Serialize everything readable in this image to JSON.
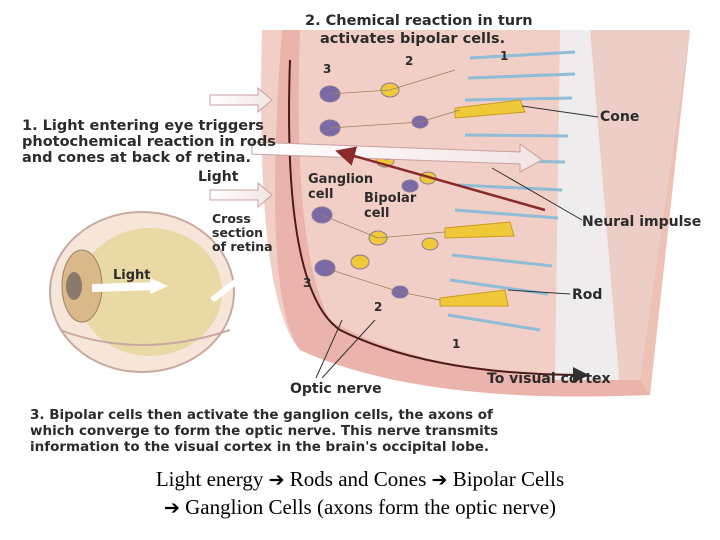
{
  "diagram": {
    "step1": [
      "1. Light entering eye triggers",
      "photochemical reaction in rods",
      "and cones at back of retina."
    ],
    "step2": [
      "2. Chemical reaction in turn",
      "activates bipolar cells."
    ],
    "step3": [
      "3. Bipolar cells then activate the ganglion cells, the axons of",
      "which converge to form the optic nerve. This nerve transmits",
      "information to the visual cortex in the brain's occipital lobe."
    ],
    "light_top": "Light",
    "light_eye": "Light",
    "ganglion_cell": [
      "Ganglion",
      "cell"
    ],
    "bipolar_cell": [
      "Bipolar",
      "cell"
    ],
    "cross_section": [
      "Cross",
      "section",
      "of retina"
    ],
    "cone": "Cone",
    "neural_impulse": "Neural impulse",
    "rod": "Rod",
    "optic_nerve": "Optic nerve",
    "visual_cortex": "To visual cortex",
    "numbers": [
      "3",
      "2",
      "1",
      "3",
      "2",
      "1"
    ]
  },
  "caption": {
    "line1_parts": [
      "Light energy",
      "Rods and Cones",
      "Bipolar Cells"
    ],
    "line2_parts": [
      "Ganglion Cells (axons form the optic nerve)"
    ],
    "arrow_glyph": "➔"
  },
  "colors": {
    "retina_pink": "#f2cfc6",
    "retina_band": "#e7a7a0",
    "cell_purple": "#7c6aa7",
    "cell_yellow": "#efc93a",
    "rod_blue": "#8fbcd7",
    "eye_yellow": "#e9d9a5",
    "arrow_dark": "#8a2b2b"
  }
}
